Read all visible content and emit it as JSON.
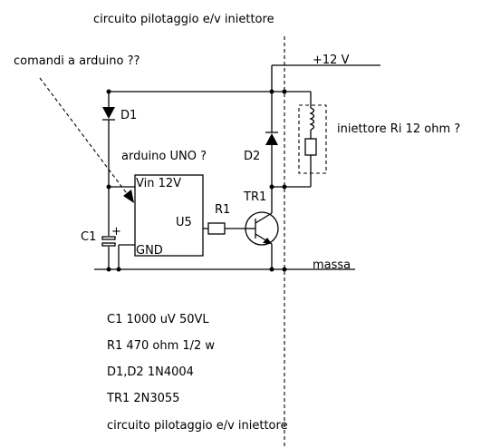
{
  "title": "circuito pilotaggio e/v iniettore",
  "annotations": {
    "commands": "comandi a arduino ??",
    "arduino": "arduino UNO ?",
    "injector": "iniettore Ri 12 ohm ?"
  },
  "rails": {
    "supply": "+12 V",
    "ground": "massa"
  },
  "labels": {
    "d1": "D1",
    "d2": "D2",
    "tr1": "TR1",
    "r1": "R1",
    "u5": "U5",
    "c1": "C1",
    "vin": "Vin 12V",
    "gnd": "GND",
    "c1_polarity": "+"
  },
  "parts_list": [
    "C1 1000 uV 50VL",
    "R1 470 ohm 1/2 w",
    "D1,D2 1N4004",
    "TR1 2N3055",
    "circuito pilotaggio e/v iniettore"
  ]
}
